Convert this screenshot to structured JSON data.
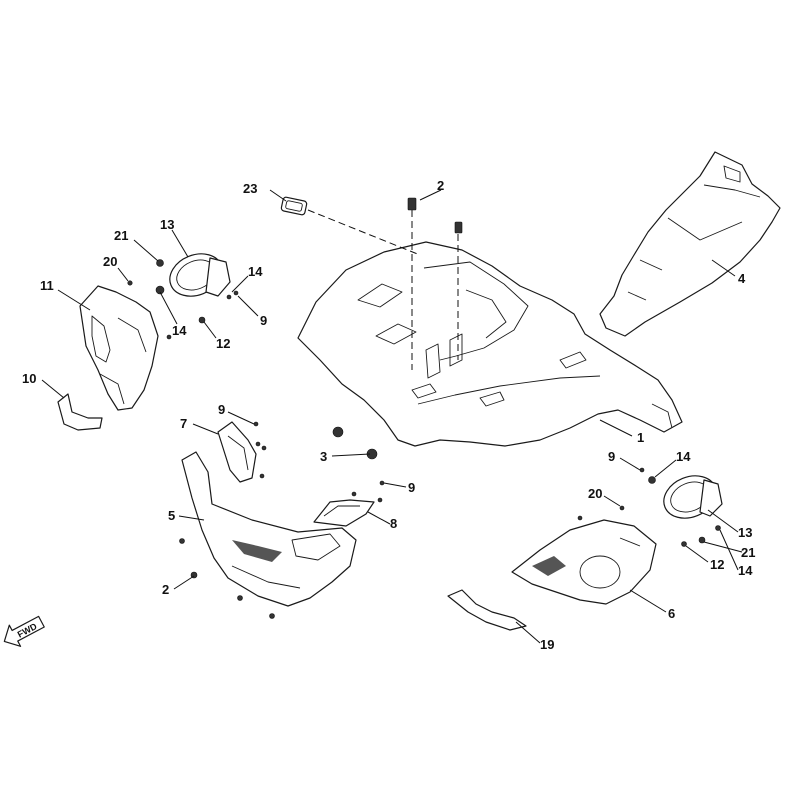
{
  "diagram": {
    "callouts": [
      {
        "id": "c23",
        "text": "23"
      },
      {
        "id": "c2a",
        "text": "2"
      },
      {
        "id": "c4",
        "text": "4"
      },
      {
        "id": "c21a",
        "text": "21"
      },
      {
        "id": "c13a",
        "text": "13"
      },
      {
        "id": "c20a",
        "text": "20"
      },
      {
        "id": "c14a",
        "text": "14"
      },
      {
        "id": "c11",
        "text": "11"
      },
      {
        "id": "c9a",
        "text": "9"
      },
      {
        "id": "c14b",
        "text": "14"
      },
      {
        "id": "c12a",
        "text": "12"
      },
      {
        "id": "c10",
        "text": "10"
      },
      {
        "id": "c9b",
        "text": "9"
      },
      {
        "id": "c7",
        "text": "7"
      },
      {
        "id": "c1",
        "text": "1"
      },
      {
        "id": "c3",
        "text": "3"
      },
      {
        "id": "c9c",
        "text": "9"
      },
      {
        "id": "c14c",
        "text": "14"
      },
      {
        "id": "c9d",
        "text": "9"
      },
      {
        "id": "c20b",
        "text": "20"
      },
      {
        "id": "c5",
        "text": "5"
      },
      {
        "id": "c8",
        "text": "8"
      },
      {
        "id": "c13b",
        "text": "13"
      },
      {
        "id": "c21b",
        "text": "21"
      },
      {
        "id": "c12b",
        "text": "12"
      },
      {
        "id": "c14d",
        "text": "14"
      },
      {
        "id": "c2b",
        "text": "2"
      },
      {
        "id": "c6",
        "text": "6"
      },
      {
        "id": "c19",
        "text": "19"
      }
    ],
    "fwd_label": "FWD"
  }
}
